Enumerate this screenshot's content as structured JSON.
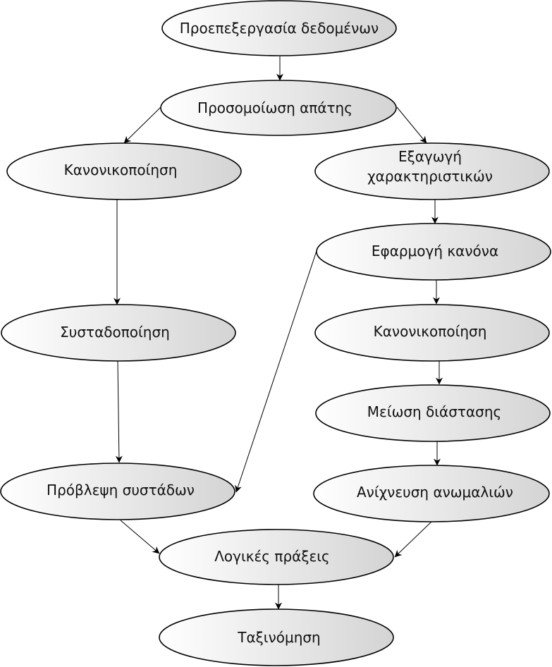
{
  "nodes": {
    "preprocessing": "Προεπεξεργασία δεδομένων",
    "fraud_simulation": "Προσομοίωση απάτης",
    "normalization_left": "Κανονικοποίηση",
    "feature_extraction_line1": "Εξαγωγή",
    "feature_extraction_line2": "χαρακτηριστικών",
    "rule_application": "Εφαρμογή κανόνα",
    "clustering": "Συσταδοποίηση",
    "normalization_right": "Κανονικοποίηση",
    "dimensionality_reduction": "Μείωση διάστασης",
    "cluster_prediction": "Πρόβλεψη συστάδων",
    "anomaly_detection": "Ανίχνευση ανωμαλιών",
    "logical_operations": "Λογικές πράξεις",
    "classification": "Ταξινόμηση"
  },
  "colors": {
    "node_fill_light": "#ffffff",
    "node_fill_dark": "#d4d4d4",
    "stroke": "#000000"
  }
}
